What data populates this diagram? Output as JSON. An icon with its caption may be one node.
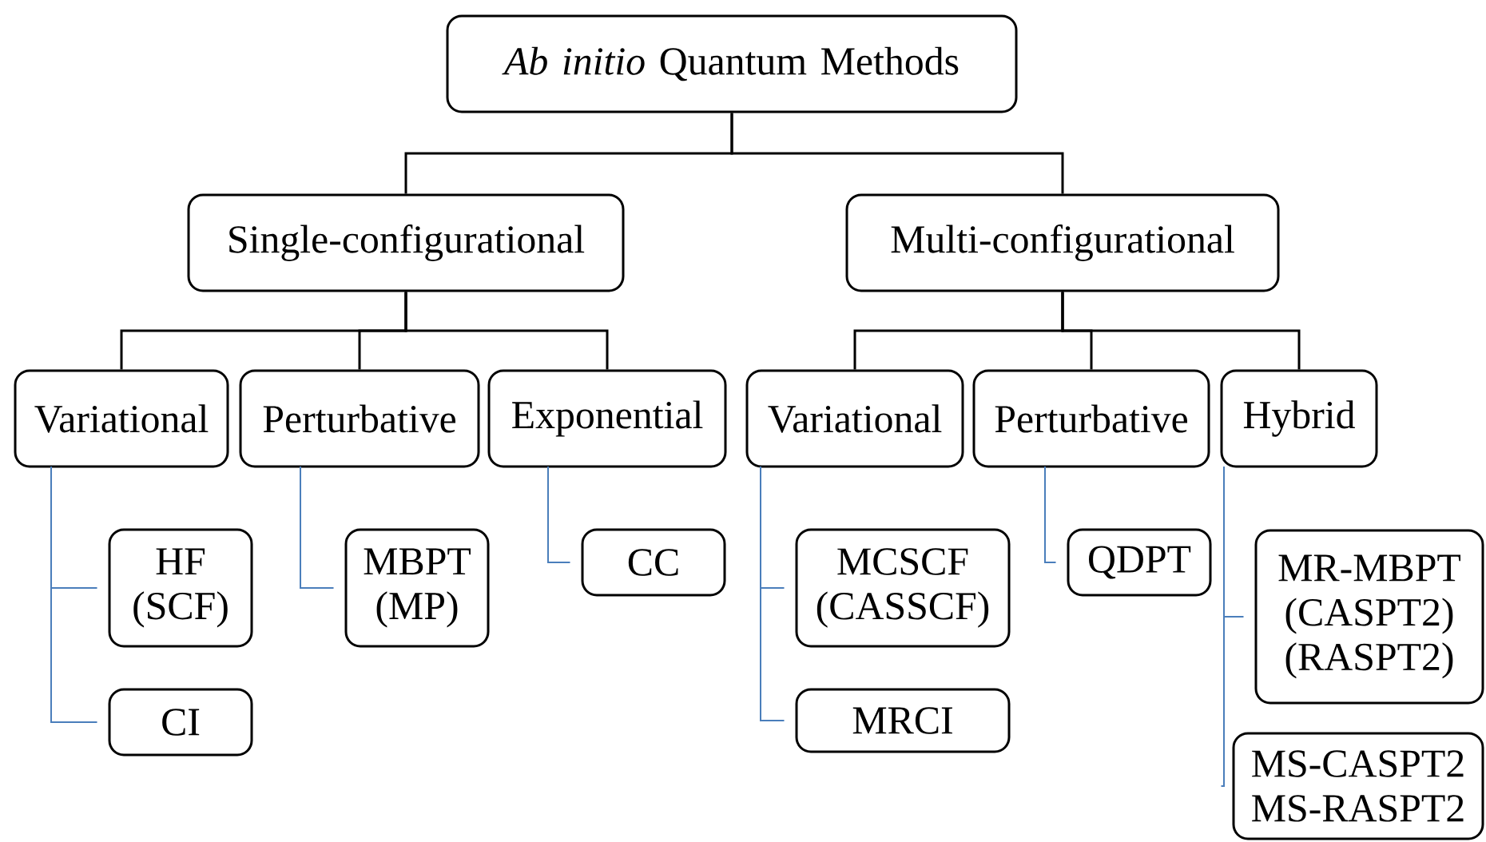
{
  "diagram": {
    "nodes": [
      {
        "text": [
          "*Ab initio* Quantum Methods"
        ]
      },
      {
        "text": [
          "Single-configurational"
        ]
      },
      {
        "text": [
          "Multi-configurational"
        ]
      },
      {
        "text": [
          "Variational"
        ]
      },
      {
        "text": [
          "Perturbative"
        ]
      },
      {
        "text": [
          "Exponential"
        ]
      },
      {
        "text": [
          "Variational"
        ]
      },
      {
        "text": [
          "Perturbative"
        ]
      },
      {
        "text": [
          "Hybrid"
        ]
      },
      {
        "text": [
          "HF (SCF)"
        ]
      },
      {
        "text": [
          "MBPT (MP)"
        ]
      },
      {
        "text": [
          "CC"
        ]
      },
      {
        "text": [
          "MCSCF (CASSCF)"
        ]
      },
      {
        "text": [
          "QDPT"
        ]
      },
      {
        "text": [
          "MR-MBPT (CASPT2) (RASPT2)"
        ]
      },
      {
        "text": [
          "CI"
        ]
      },
      {
        "text": [
          "MRCI"
        ]
      },
      {
        "text": [
          "MS-CASPT2 MS-RASPT2"
        ]
      }
    ],
    "edges": [
      {
        "from": 0,
        "to": 1,
        "arrow": "none",
        "color": "#000000"
      },
      {
        "from": 0,
        "to": 2,
        "arrow": "none",
        "color": "#000000"
      },
      {
        "from": 1,
        "to": 3,
        "arrow": "none",
        "color": "#000000"
      },
      {
        "from": 1,
        "to": 4,
        "arrow": "none",
        "color": "#000000"
      },
      {
        "from": 1,
        "to": 5,
        "arrow": "none",
        "color": "#000000"
      },
      {
        "from": 2,
        "to": 6,
        "arrow": "none",
        "color": "#000000"
      },
      {
        "from": 2,
        "to": 7,
        "arrow": "none",
        "color": "#000000"
      },
      {
        "from": 2,
        "to": 8,
        "arrow": "none",
        "color": "#000000"
      },
      {
        "from": 3,
        "to": 9,
        "arrow": "none"
      },
      {
        "from": 3,
        "to": 15,
        "arrow": "none"
      },
      {
        "from": 4,
        "to": 10,
        "arrow": "none"
      },
      {
        "from": 5,
        "to": 11,
        "arrow": "none"
      },
      {
        "from": 6,
        "to": 12,
        "arrow": "none"
      },
      {
        "from": 6,
        "to": 16,
        "arrow": "none"
      },
      {
        "from": 7,
        "to": 13,
        "arrow": "none"
      },
      {
        "from": 8,
        "to": 14,
        "arrow": "none"
      },
      {
        "from": 8,
        "to": 17,
        "arrow": "none"
      }
    ]
  }
}
